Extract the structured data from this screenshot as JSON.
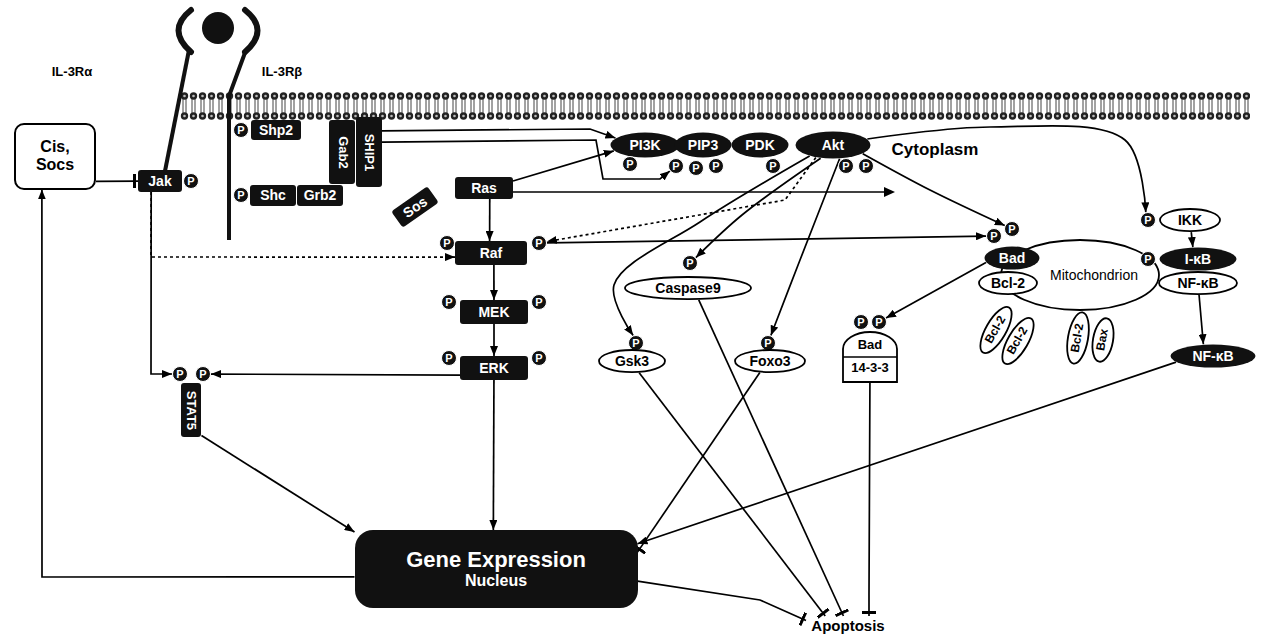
{
  "diagram": {
    "nodes": [
      {
        "text": [
          "Cis, Socs"
        ]
      },
      {
        "text": [
          "Jak"
        ]
      },
      {
        "text": [
          "P"
        ]
      },
      {
        "text": [
          "P"
        ]
      },
      {
        "text": [
          "Shp2"
        ]
      },
      {
        "text": [
          "Gab2"
        ]
      },
      {
        "text": [
          "SHIP1"
        ]
      },
      {
        "text": [
          "P"
        ]
      },
      {
        "text": [
          "Shc"
        ]
      },
      {
        "text": [
          "Grb2"
        ]
      },
      {
        "text": [
          "Sos"
        ]
      },
      {
        "text": [
          "Ras"
        ]
      },
      {
        "text": [
          "P"
        ]
      },
      {
        "text": [
          "Raf"
        ]
      },
      {
        "text": [
          "P"
        ]
      },
      {
        "text": [
          "P"
        ]
      },
      {
        "text": [
          "MEK"
        ]
      },
      {
        "text": [
          "P"
        ]
      },
      {
        "text": [
          "P"
        ]
      },
      {
        "text": [
          "ERK"
        ]
      },
      {
        "text": [
          "P"
        ]
      },
      {
        "text": [
          "P"
        ]
      },
      {
        "text": [
          "P"
        ]
      },
      {
        "text": [
          "STAT5"
        ]
      },
      {
        "text": [
          "PI3K"
        ]
      },
      {
        "text": [
          "P"
        ]
      },
      {
        "text": [
          "PIP3"
        ]
      },
      {
        "text": [
          "P"
        ]
      },
      {
        "text": [
          "P"
        ]
      },
      {
        "text": [
          "P"
        ]
      },
      {
        "text": [
          "PDK"
        ]
      },
      {
        "text": [
          "P"
        ]
      },
      {
        "text": [
          "Akt"
        ]
      },
      {
        "text": [
          "P"
        ]
      },
      {
        "text": [
          "P"
        ]
      },
      {
        "text": [
          "P"
        ]
      },
      {
        "text": [
          "IKK"
        ]
      },
      {
        "text": [
          "P"
        ]
      },
      {
        "text": [
          "Caspase9"
        ]
      },
      {
        "text": [
          "P"
        ]
      },
      {
        "text": [
          "Gsk3"
        ]
      },
      {
        "text": [
          "P"
        ]
      },
      {
        "text": [
          "Foxo3"
        ]
      },
      {
        "text": [
          "P"
        ]
      },
      {
        "text": [
          "P"
        ]
      },
      {
        "text": [
          "Bad",
          "14-3-3"
        ]
      },
      {
        "text": [
          "P"
        ]
      },
      {
        "text": [
          "P"
        ]
      },
      {
        "text": [
          "Mitochondrion"
        ]
      },
      {
        "text": [
          "Bad"
        ]
      },
      {
        "text": [
          "Bcl-2"
        ]
      },
      {
        "text": [
          "Bcl-2"
        ]
      },
      {
        "text": [
          "Bcl-2"
        ]
      },
      {
        "text": [
          "Bcl-2"
        ]
      },
      {
        "text": [
          "Bax"
        ]
      },
      {
        "text": [
          "P"
        ]
      },
      {
        "text": [
          "I-κB"
        ]
      },
      {
        "text": [
          "NF-κB"
        ]
      },
      {
        "text": [
          "NF-κB"
        ]
      },
      {
        "text": [
          "Gene Expression",
          "Nucleus"
        ]
      },
      {
        "text": [
          "Apoptosis"
        ]
      }
    ],
    "edges": [
      {
        "from": 0,
        "to": 1,
        "arrow": "to"
      },
      {
        "from": 1,
        "to": 21,
        "arrow": "to"
      },
      {
        "from": 1,
        "to": 13,
        "arrow": "to"
      },
      {
        "from": 59,
        "to": 0,
        "arrow": "to"
      },
      {
        "from": 23,
        "to": 59,
        "arrow": "to"
      },
      {
        "from": 19,
        "to": 22,
        "arrow": "to"
      },
      {
        "from": 19,
        "to": 59,
        "arrow": "to"
      },
      {
        "from": 11,
        "to": 13,
        "arrow": "to"
      },
      {
        "from": 13,
        "to": 16,
        "arrow": "to"
      },
      {
        "from": 16,
        "to": 19,
        "arrow": "to"
      },
      {
        "from": 11,
        "to": 24,
        "arrow": "to"
      },
      {
        "from": 6,
        "to": 24,
        "arrow": "to"
      },
      {
        "from": 6,
        "to": 27,
        "arrow": "to"
      },
      {
        "from": 32,
        "to": 14,
        "arrow": "to"
      },
      {
        "from": 32,
        "to": 39,
        "arrow": "to"
      },
      {
        "from": 32,
        "to": 37,
        "arrow": "to"
      },
      {
        "from": 32,
        "to": 41,
        "arrow": "to"
      },
      {
        "from": 32,
        "to": 47,
        "arrow": "to"
      },
      {
        "from": 32,
        "to": 35,
        "arrow": "to"
      },
      {
        "from": 14,
        "to": 46,
        "arrow": "to"
      },
      {
        "from": 49,
        "to": 44,
        "arrow": "to"
      },
      {
        "from": 36,
        "to": 56,
        "arrow": "to"
      },
      {
        "from": 57,
        "to": 58,
        "arrow": "to"
      },
      {
        "from": 58,
        "to": 59,
        "arrow": "to"
      },
      {
        "from": 42,
        "to": 59,
        "arrow": "to"
      },
      {
        "from": 59,
        "to": 60,
        "arrow": "to"
      },
      {
        "from": 40,
        "to": 60,
        "arrow": "to"
      },
      {
        "from": 38,
        "to": 60,
        "arrow": "to"
      },
      {
        "from": 45,
        "to": 60,
        "arrow": "to"
      }
    ],
    "labels": [
      "IL-3Rα",
      "IL-3Rβ",
      "Cytoplasm"
    ]
  }
}
